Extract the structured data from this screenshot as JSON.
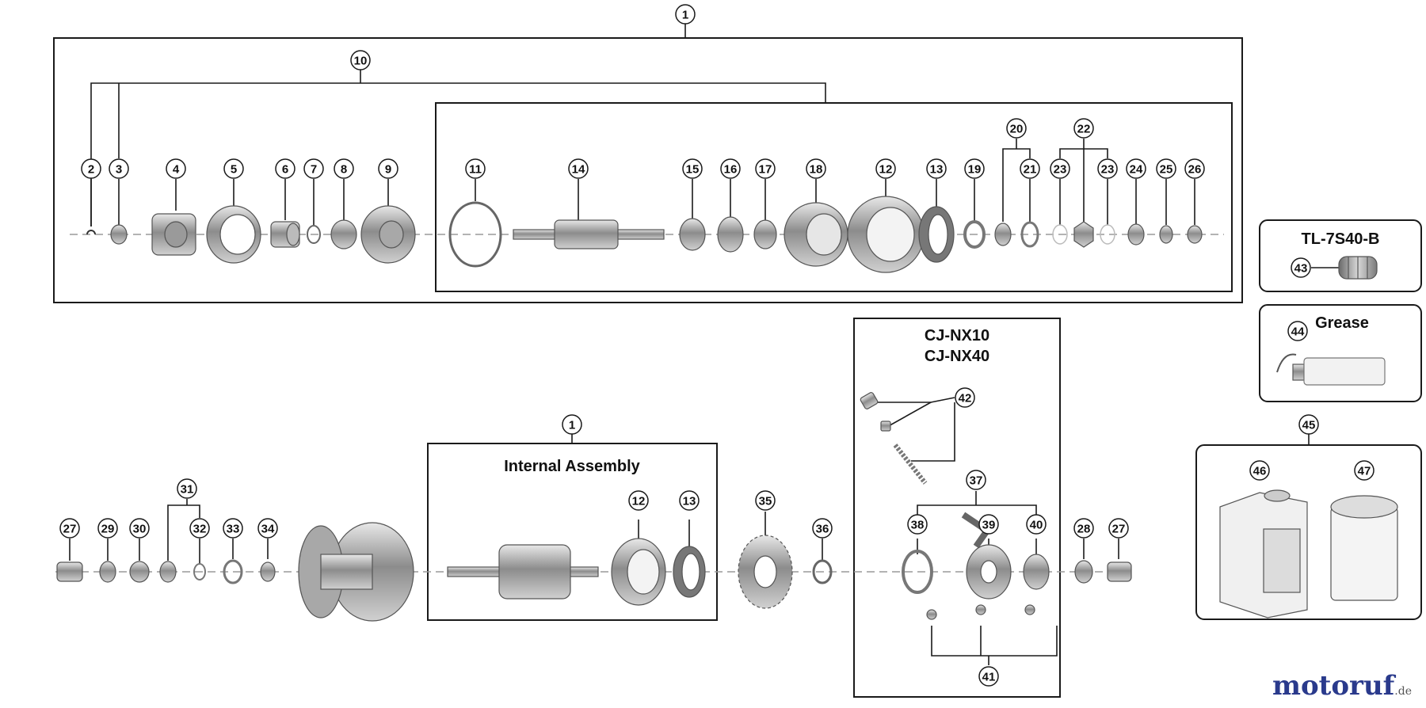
{
  "titles": {
    "internal": "Internal Assembly",
    "cj1": "CJ-NX10",
    "cj2": "CJ-NX40",
    "tool": "TL-7S40-B",
    "grease": "Grease"
  },
  "logo": {
    "main": "motoruf",
    "suffix": ".de"
  },
  "colors": {
    "logo": "#2a3a8c"
  },
  "badges": [
    "1",
    "10",
    "2",
    "3",
    "4",
    "5",
    "6",
    "7",
    "8",
    "9",
    "11",
    "14",
    "15",
    "16",
    "17",
    "18",
    "12",
    "13",
    "19",
    "20",
    "21",
    "22",
    "23",
    "23",
    "24",
    "25",
    "26",
    "43",
    "44",
    "45",
    "46",
    "47",
    "1",
    "27",
    "29",
    "30",
    "31",
    "32",
    "33",
    "34",
    "12",
    "13",
    "35",
    "36",
    "42",
    "37",
    "38",
    "39",
    "40",
    "28",
    "27",
    "41"
  ]
}
